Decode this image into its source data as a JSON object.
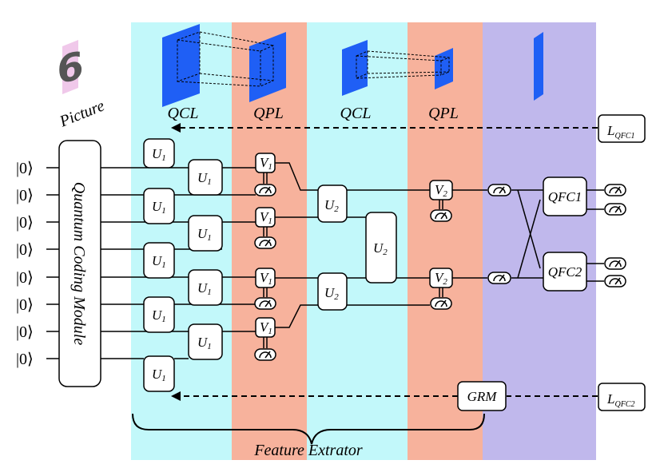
{
  "picture": {
    "digit": "6",
    "label": "Picture"
  },
  "sections": {
    "qcl_1": "QCL",
    "qpl_1": "QPL",
    "qcl_2": "QCL",
    "qpl_2": "QPL"
  },
  "inputs": [
    "|0⟩",
    "|0⟩",
    "|0⟩",
    "|0⟩",
    "|0⟩",
    "|0⟩",
    "|0⟩",
    "|0⟩"
  ],
  "encoder": {
    "label": "Quantum Coding Module"
  },
  "gates": {
    "u": "U",
    "v": "V",
    "sub_1": "1",
    "sub_2": "2",
    "qfc1": "QFC1",
    "qfc2": "QFC2",
    "grm": "GRM"
  },
  "losses": {
    "l_main": "L",
    "l_qfc1_sub": "QFC1",
    "l_qfc2_sub": "QFC2"
  },
  "brace_label": "Feature Extrator",
  "colors": {
    "cyan_band": "#c2f8fa",
    "orange_band": "#f7b29c",
    "purple_band": "#c0b8ec",
    "feature_map": "#1f5ff5",
    "picture_bg": "#f0c8ea"
  }
}
